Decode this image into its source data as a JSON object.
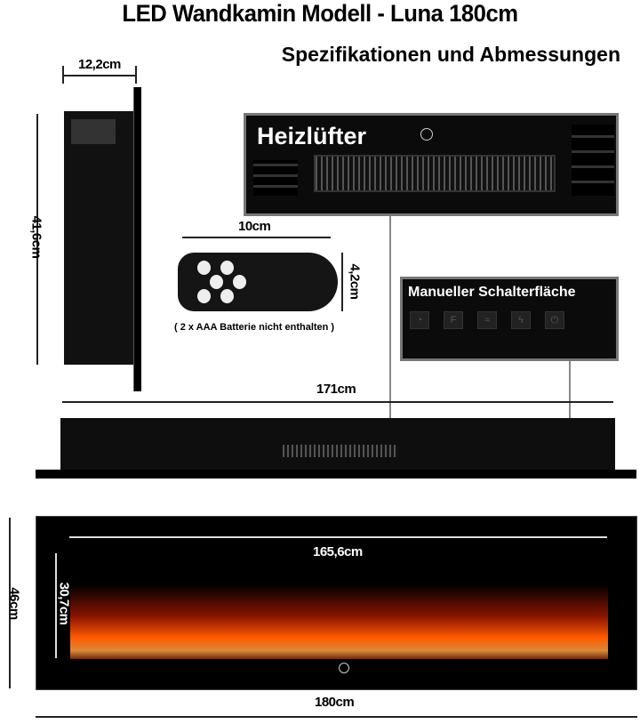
{
  "title": "LED Wandkamin Modell - Luna 180cm",
  "subtitle": "Spezifikationen und Abmessungen",
  "side_view": {
    "depth": "12,2cm",
    "height": "41,6cm"
  },
  "heater": {
    "label": "Heizlüfter"
  },
  "remote": {
    "width": "10cm",
    "height": "4,2cm",
    "note": "( 2 x AAA Batterie nicht enthalten )"
  },
  "manual_panel": {
    "label": "Manueller Schalterfläche",
    "buttons": [
      "timer-icon",
      "F",
      "heat-icon",
      "flame-icon",
      "power-icon"
    ],
    "button_F": "F"
  },
  "bottom_view": {
    "width": "171cm"
  },
  "front_view": {
    "inner_width": "165,6cm",
    "inner_height": "30,7cm",
    "height": "46cm",
    "width": "180cm"
  }
}
